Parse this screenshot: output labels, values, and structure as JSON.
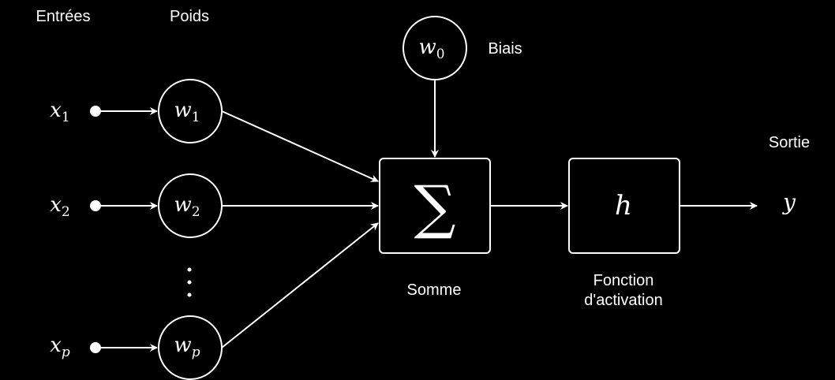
{
  "headers": {
    "inputs": "Entrées",
    "weights": "Poids"
  },
  "inputs": [
    {
      "var": "x",
      "sub": "1"
    },
    {
      "var": "x",
      "sub": "2"
    },
    {
      "var": "x",
      "sub": "p"
    }
  ],
  "weights": [
    {
      "var": "w",
      "sub": "1"
    },
    {
      "var": "w",
      "sub": "2"
    },
    {
      "var": "w",
      "sub": "p"
    }
  ],
  "bias": {
    "var": "w",
    "sub": "0",
    "label": "Biais"
  },
  "sum": {
    "symbol": "∑",
    "label": "Somme"
  },
  "activation": {
    "symbol": "h",
    "label_line1": "Fonction",
    "label_line2": "d'activation"
  },
  "output": {
    "symbol": "y",
    "label": "Sortie"
  },
  "colors": {
    "background": "#000000",
    "foreground": "#ffffff"
  }
}
